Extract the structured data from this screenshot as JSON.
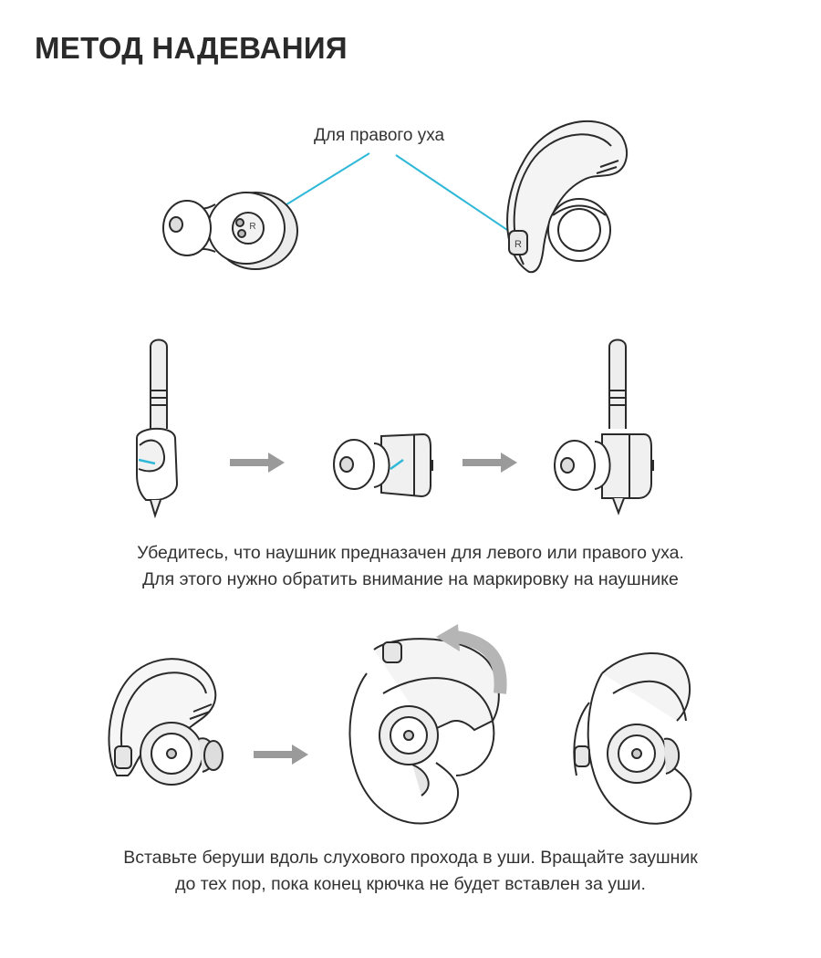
{
  "title": "МЕТОД НАДЕВАНИЯ",
  "callout": {
    "label": "Для правого уха"
  },
  "earbud_marker": "R",
  "step1_caption": {
    "line1": "Убедитесь, что наушник предназачен для левого или правого уха.",
    "line2": "Для этого нужно обратить внимание на маркировку на наушнике"
  },
  "step2_caption": {
    "line1": "Вставьте беруши вдоль слухового прохода в уши. Вращайте заушник",
    "line2": "до тех пор, пока конец крючка не будет вставлен за уши."
  },
  "colors": {
    "callout_line": "#2fb8d8",
    "arrow": "#9a9a9a",
    "line_art": "#2a2a2a",
    "shading": "#e6e6e6"
  }
}
